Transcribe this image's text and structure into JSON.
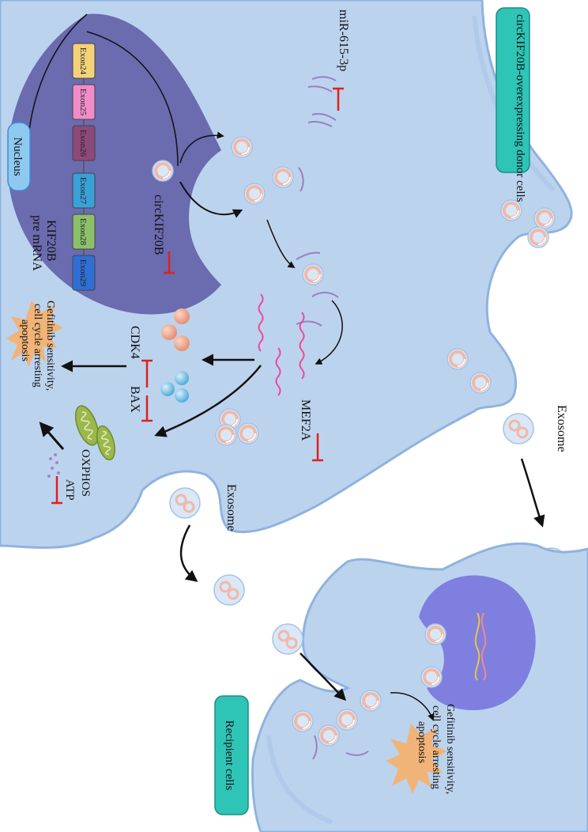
{
  "labels": {
    "donor_cells": "circKIF20B-overexpressing donor cells",
    "recipient_cells": "Recipient cells",
    "nucleus": "Nucleus",
    "mirna": "miR-615-3p",
    "circ": "circKIF20B",
    "kif20b": "KIF20B",
    "pre_mrna": "pre mRNA",
    "mef2a": "MEF2A",
    "cdk4": "CDK4",
    "bax": "BAX",
    "oxphos": "OXPHOS",
    "atp": "ATP",
    "exosome_top": "Exosome",
    "exosome_bottom": "Exosome",
    "outcome_donor": [
      "Gefitinib sensitivity,",
      "cell cycle arresting",
      "apoptosis"
    ],
    "outcome_recipient": [
      "Gefitinib sensitivity,",
      "cell cycle arresting",
      "apoptosis"
    ]
  },
  "exons": [
    "Exon24",
    "Exon25",
    "Exon26",
    "Exon27",
    "Exon28",
    "Exon29"
  ],
  "colors": {
    "cell": "#bcd3ee",
    "cell_edge": "#8fb3de",
    "nucleus": "#6b6bb0",
    "recipient_nucleus": "#7f7fe0",
    "label_box": "#2ec4b6",
    "up_arrow": "#e0201f",
    "burst": "#f5b06a",
    "mitochondria": "#9bb84e",
    "exon_colors": [
      "#f4d27a",
      "#f08cc8",
      "#8c4a7a",
      "#3aa0d8",
      "#8cc06a",
      "#2f6fd4"
    ]
  }
}
